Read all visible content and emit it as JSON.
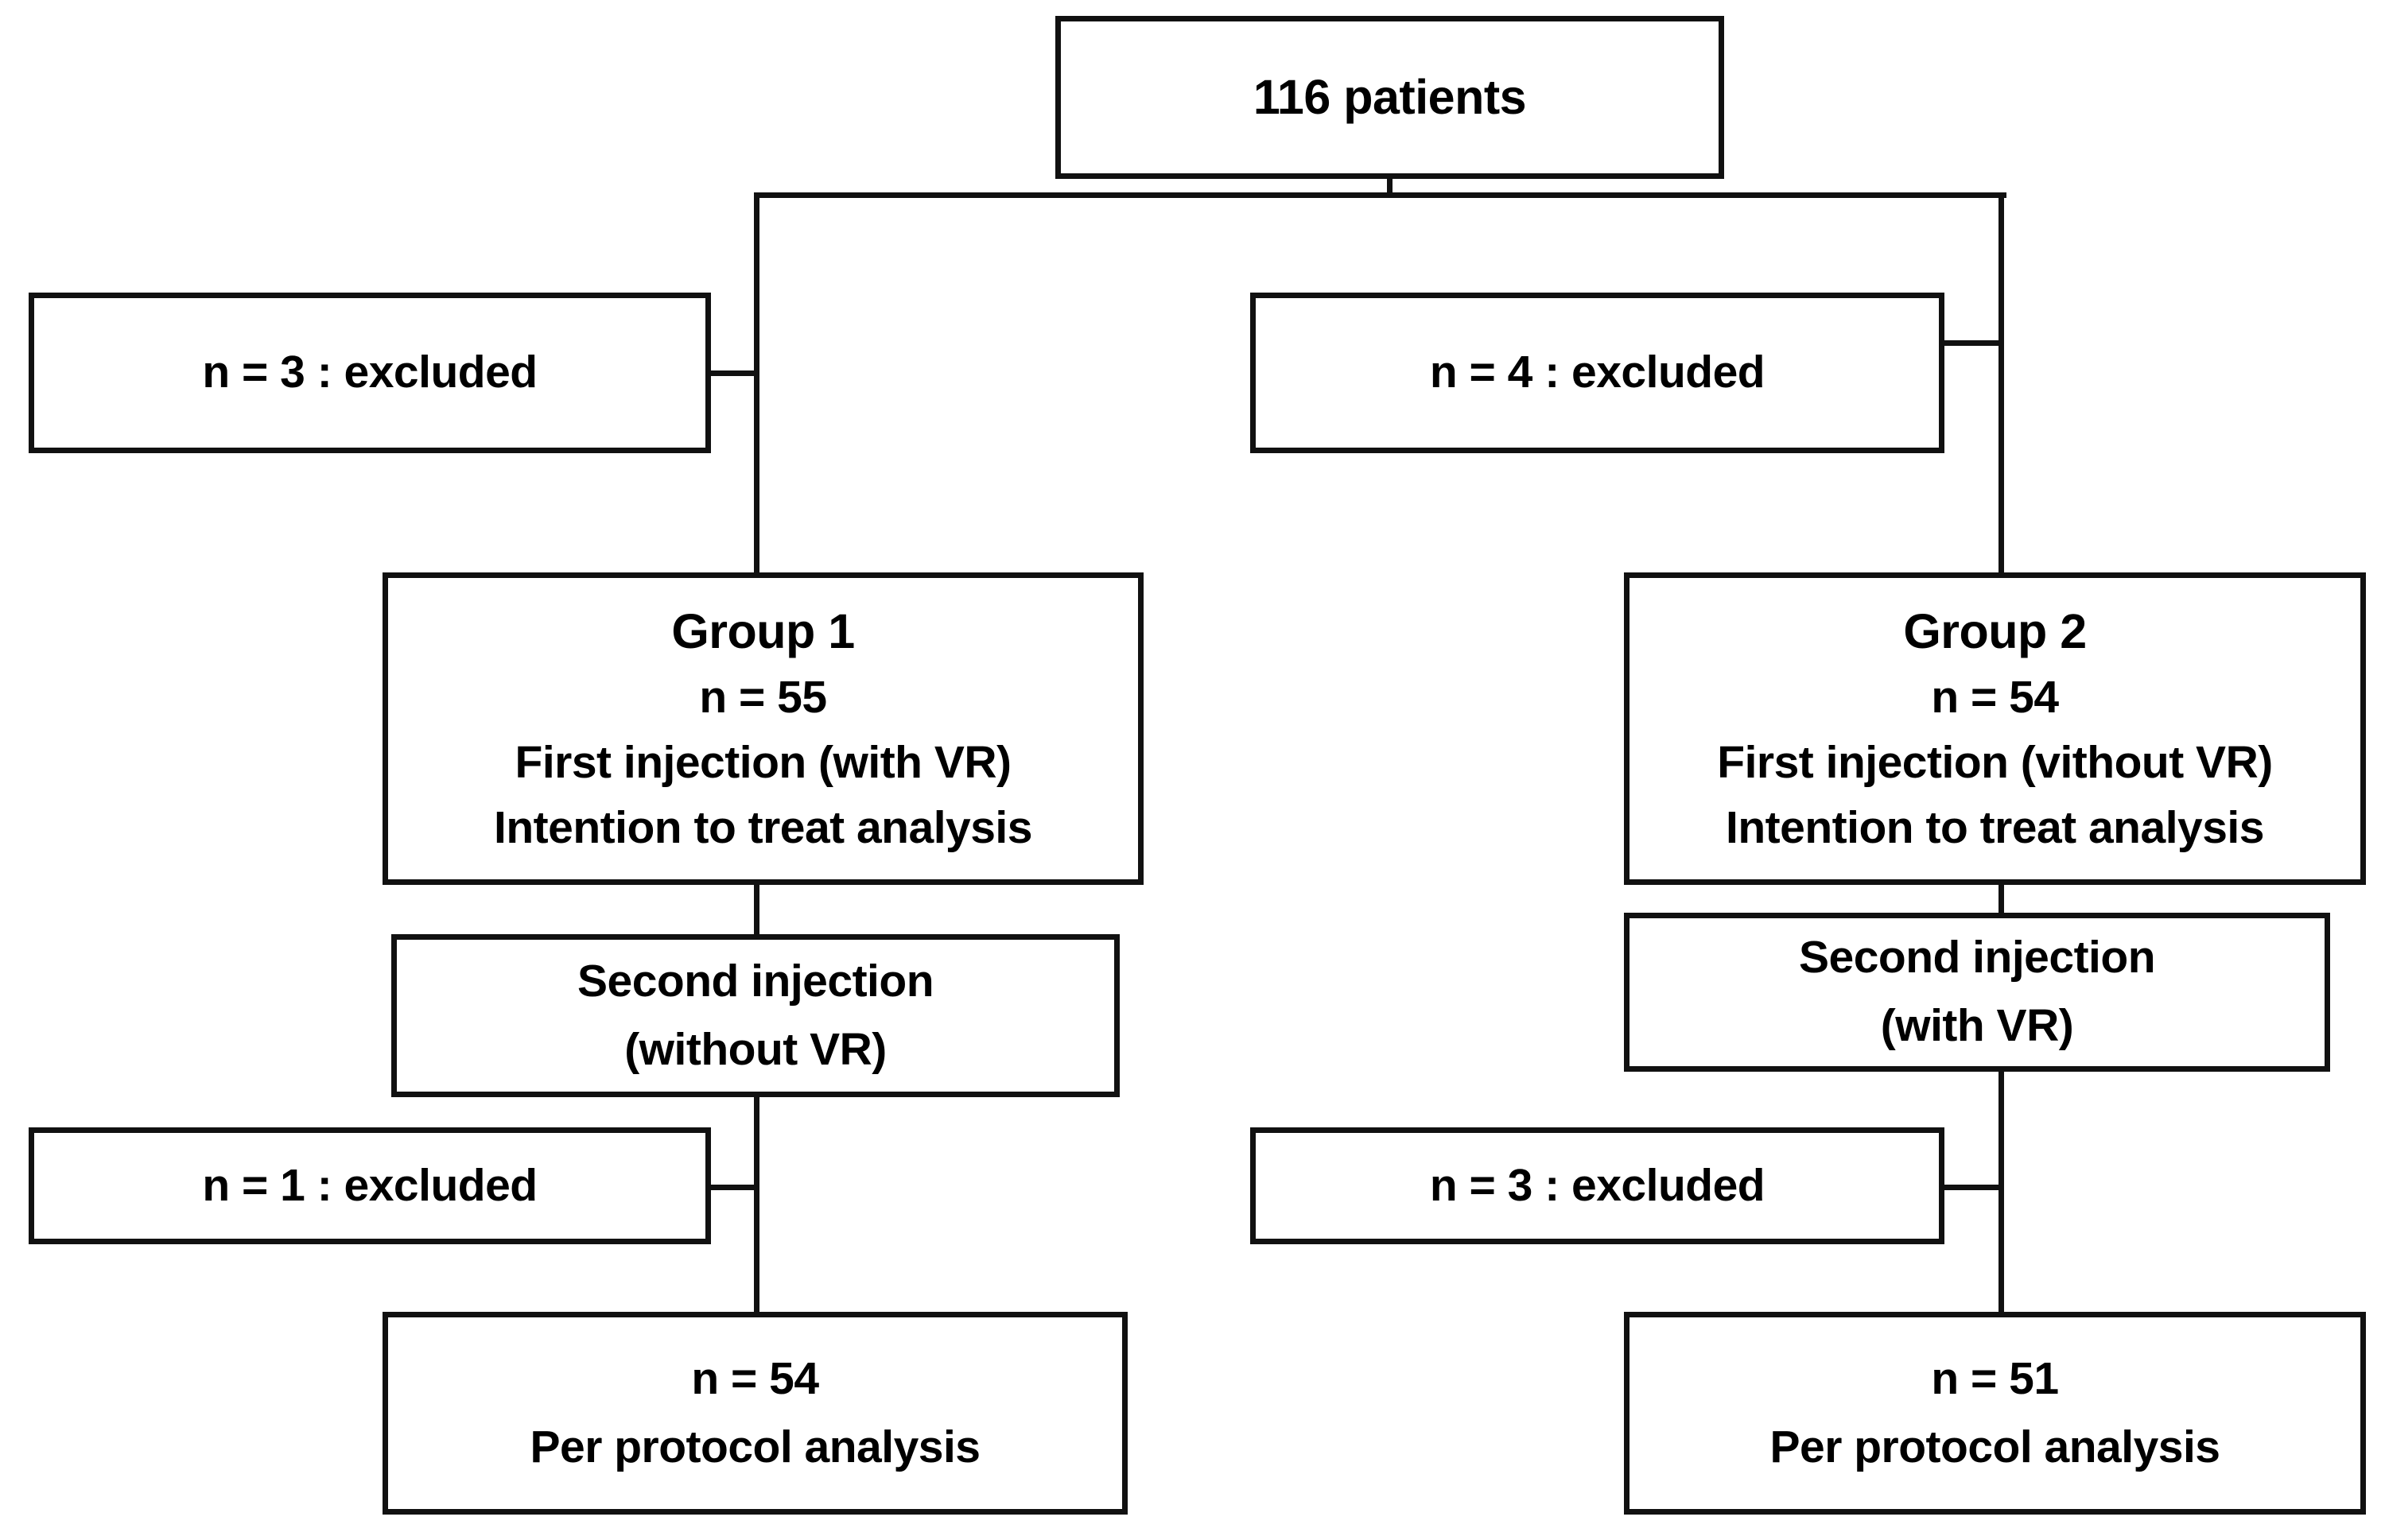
{
  "diagram": {
    "type": "consort-flow-diagram",
    "colors": {
      "stroke": "#111111",
      "box_fill": "#ffffff",
      "text": "#000000",
      "background": "#ffffff"
    },
    "nodes": {
      "enrollment": {
        "id": "enrollment",
        "lines": [
          "116 patients"
        ],
        "total_patients": "116"
      },
      "excluded_1_left": {
        "id": "excluded-first-group-1",
        "lines": [
          "n = 3 : excluded"
        ],
        "n": "3",
        "status": "excluded"
      },
      "excluded_1_right": {
        "id": "excluded-first-group-2",
        "lines": [
          "n = 4 : excluded"
        ],
        "n": "4",
        "status": "excluded"
      },
      "group_1": {
        "id": "group-1",
        "lines": [
          "Group  1",
          "n = 55",
          "First injection (with VR)",
          "Intention to treat analysis"
        ],
        "title": "Group  1",
        "n": "55",
        "intervention": "First injection (with VR)",
        "analysis": "Intention to treat analysis"
      },
      "group_2": {
        "id": "group-2",
        "lines": [
          "Group  2",
          "n = 54",
          "First injection (vithout VR)",
          "Intention to treat analysis"
        ],
        "title": "Group  2",
        "n": "54",
        "intervention": "First injection (vithout VR)",
        "analysis": "Intention to treat analysis"
      },
      "second_injection_1": {
        "id": "second-injection-group-1",
        "lines": [
          "Second injection",
          "(without VR)"
        ],
        "title": "Second injection",
        "condition": "(without VR)"
      },
      "second_injection_2": {
        "id": "second-injection-group-2",
        "lines": [
          "Second injection",
          "(with VR)"
        ],
        "title": "Second injection",
        "condition": "(with VR)"
      },
      "excluded_2_left": {
        "id": "excluded-second-group-1",
        "lines": [
          "n = 1 : excluded"
        ],
        "n": "1",
        "status": "excluded"
      },
      "excluded_2_right": {
        "id": "excluded-second-group-2",
        "lines": [
          "n = 3 : excluded"
        ],
        "n": "3",
        "status": "excluded"
      },
      "per_protocol_1": {
        "id": "per-protocol-group-1",
        "lines": [
          "n = 54",
          "Per protocol analysis"
        ],
        "n": "54",
        "analysis": "Per protocol analysis"
      },
      "per_protocol_2": {
        "id": "per-protocol-group-2",
        "lines": [
          "n = 51",
          "Per protocol analysis"
        ],
        "n": "51",
        "analysis": "Per protocol analysis"
      }
    }
  },
  "chart_data": {
    "type": "diagram",
    "title": "",
    "flow": [
      {
        "step": "enrollment",
        "label": "116 patients",
        "value": 116
      },
      {
        "step": "excluded-group-1-first",
        "label": "n = 3 : excluded",
        "value": 3
      },
      {
        "step": "excluded-group-2-first",
        "label": "n = 4 : excluded",
        "value": 4
      },
      {
        "step": "group-1",
        "label": "Group  1 / n = 55 / First injection (with VR) / Intention to treat analysis",
        "value": 55
      },
      {
        "step": "group-2",
        "label": "Group  2 / n = 54 / First injection (vithout VR) / Intention to treat analysis",
        "value": 54
      },
      {
        "step": "second-injection-group-1",
        "label": "Second injection (without VR)",
        "value": null
      },
      {
        "step": "second-injection-group-2",
        "label": "Second injection (with VR)",
        "value": null
      },
      {
        "step": "excluded-group-1-second",
        "label": "n = 1 : excluded",
        "value": 1
      },
      {
        "step": "excluded-group-2-second",
        "label": "n = 3 : excluded",
        "value": 3
      },
      {
        "step": "per-protocol-group-1",
        "label": "n = 54 / Per protocol analysis",
        "value": 54
      },
      {
        "step": "per-protocol-group-2",
        "label": "n = 51 / Per protocol analysis",
        "value": 51
      }
    ]
  }
}
